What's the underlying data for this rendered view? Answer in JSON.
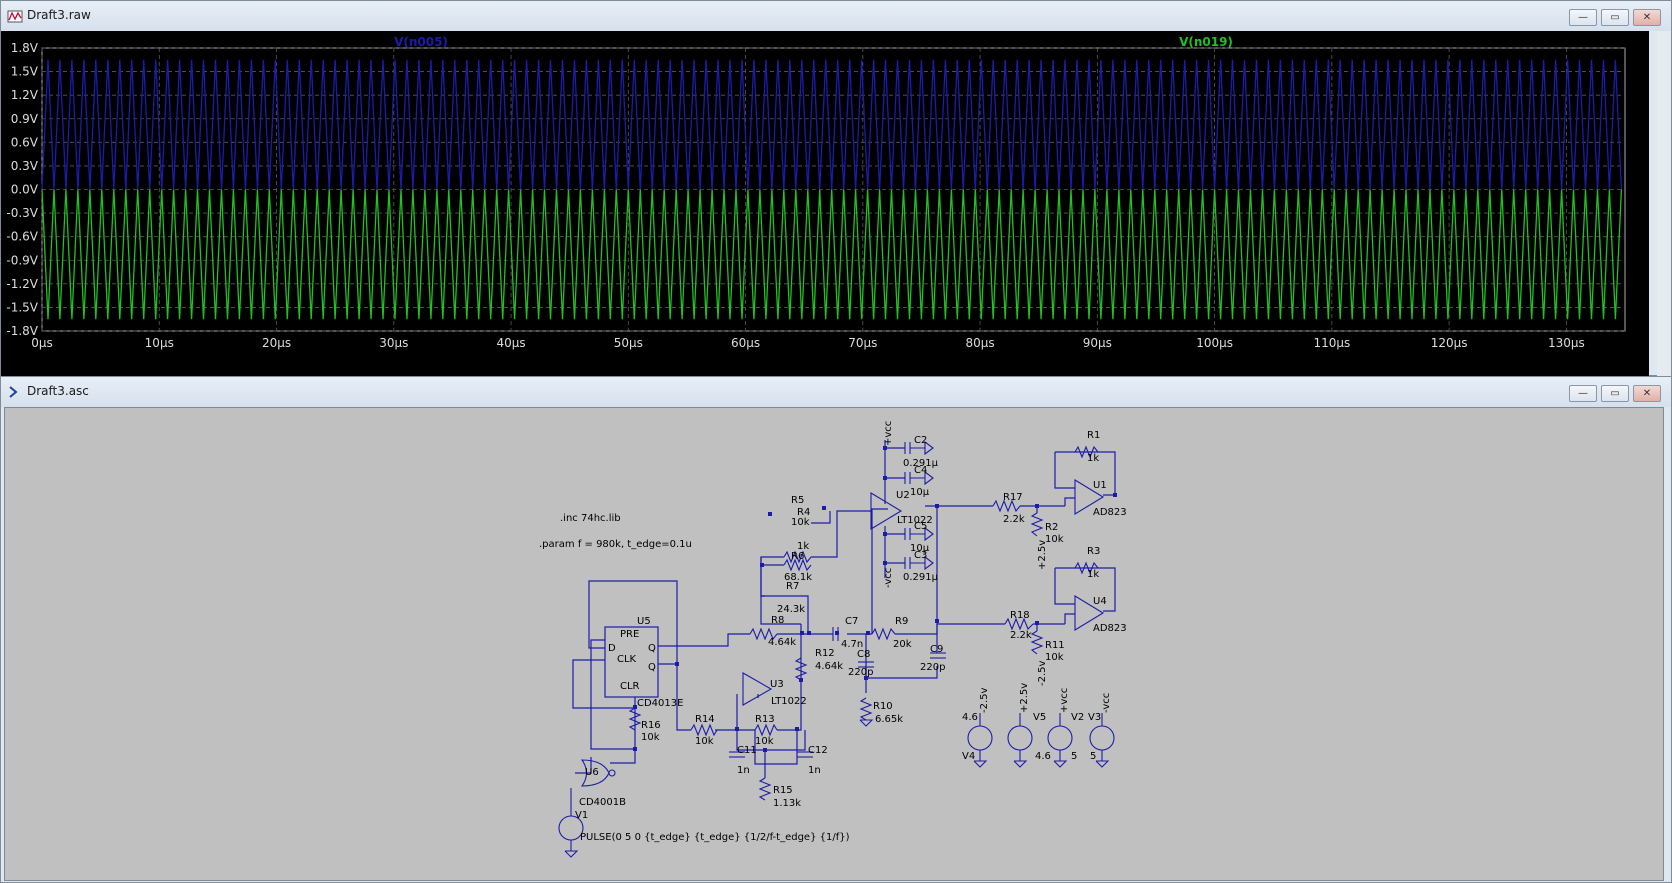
{
  "plot_window": {
    "title": "Draft3.raw",
    "buttons": {
      "minimize": "—",
      "maximize": "▭",
      "close": "✕"
    }
  },
  "schematic_window": {
    "title": "Draft3.asc",
    "buttons": {
      "minimize": "—",
      "maximize": "▭",
      "close": "✕"
    }
  },
  "chart_data": {
    "type": "line",
    "series": [
      {
        "name": "V(n005)",
        "color": "#1c1ca8",
        "min": 0.0,
        "max": 1.65
      },
      {
        "name": "V(n019)",
        "color": "#22c022",
        "min": -1.65,
        "max": 0.0
      }
    ],
    "frequency_hz": 980000,
    "x_ticks": [
      "0µs",
      "10µs",
      "20µs",
      "30µs",
      "40µs",
      "50µs",
      "60µs",
      "70µs",
      "80µs",
      "90µs",
      "100µs",
      "110µs",
      "120µs",
      "130µs"
    ],
    "y_ticks": [
      "1.8V",
      "1.5V",
      "1.2V",
      "0.9V",
      "0.6V",
      "0.3V",
      "0.0V",
      "-0.3V",
      "-0.6V",
      "-0.9V",
      "-1.2V",
      "-1.5V",
      "-1.8V"
    ],
    "xlim_us": [
      0,
      135
    ],
    "ylim": [
      -1.8,
      1.8
    ],
    "grid": true
  },
  "schematic": {
    "directives": [
      ".inc 74hc.lib",
      ".param f = 980k, t_edge=0.1u"
    ],
    "pulse": "PULSE(0 5 0 {t_edge} {t_edge} {1/2/f-t_edge} {1/f})",
    "labels": {
      "R1": "R1",
      "R1v": "1k",
      "R2": "R2",
      "R2v": "10k",
      "R3": "R3",
      "R3v": "1k",
      "R4": "R4",
      "R4v": "1k",
      "R5": "R5",
      "R5v": "10k",
      "R6": "R6",
      "R6v": "68.1k",
      "R7": "R7",
      "R7v": "24.3k",
      "R8": "R8",
      "R8v": "4.64k",
      "R9": "R9",
      "R9v": "20k",
      "R10": "R10",
      "R10v": "6.65k",
      "R11": "R11",
      "R11v": "10k",
      "R12": "R12",
      "R12v": "4.64k",
      "R13": "R13",
      "R13v": "10k",
      "R14": "R14",
      "R14v": "10k",
      "R15": "R15",
      "R15v": "1.13k",
      "R16": "R16",
      "R16v": "10k",
      "R17": "R17",
      "R17v": "2.2k",
      "R18": "R18",
      "R18v": "2.2k",
      "C2": "C2",
      "C2v": "0.291µ",
      "C3": "C3",
      "C3v": "0.291µ",
      "C4": "C4",
      "C4v": "10µ",
      "C5": "C5",
      "C5v": "10µ",
      "C7": "C7",
      "C7v": "4.7n",
      "C8": "C8",
      "C8v": "220p",
      "C9": "C9",
      "C9v": "220p",
      "C11": "C11",
      "C11v": "1n",
      "C12": "C12",
      "C12v": "1n",
      "U1": "U1",
      "U1m": "AD823",
      "U2": "U2",
      "U2m": "LT1022",
      "U3": "U3",
      "U3m": "LT1022",
      "U4": "U4",
      "U4m": "AD823",
      "U5": "U5",
      "U5m": "CD4013E",
      "U6": "U6",
      "U6m": "CD4001B",
      "PRE": "PRE",
      "D": "D",
      "CLK": "CLK",
      "CLR": "CLR",
      "Q": "Q",
      "QB": "Q",
      "V1": "V1",
      "V2": "V2",
      "V2v": "5",
      "V3": "V3",
      "V3v": "5",
      "V4": "V4",
      "V4v": "4.6",
      "V5": "V5",
      "V5v": "4.6",
      "vcc": "+vcc",
      "nvcc": "-vcc",
      "p25": "+2.5v",
      "n25": "-2.5v"
    }
  }
}
